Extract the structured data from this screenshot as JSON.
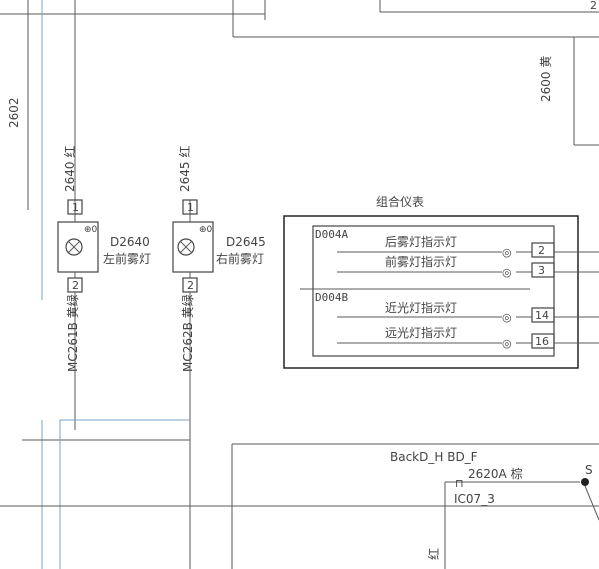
{
  "left_wire": {
    "number": "2602"
  },
  "right_wire": {
    "label": "2600 黄"
  },
  "top_right_number": "2",
  "lamp_left": {
    "wire_top": "2640 红",
    "pin1": "1",
    "pin2": "2",
    "ground": "⊕0",
    "code": "D2640",
    "name": "左前雾灯",
    "wire_bottom": "MC261B 黄绿"
  },
  "lamp_right": {
    "wire_top": "2645 红",
    "pin1": "1",
    "pin2": "2",
    "ground": "⊕0",
    "code": "D2645",
    "name": "右前雾灯",
    "wire_bottom": "MC262B 黄绿"
  },
  "cluster": {
    "title": "组合仪表",
    "connector_a": "D004A",
    "connector_b": "D004B",
    "indicators": [
      {
        "label": "后雾灯指示灯",
        "pin": "2"
      },
      {
        "label": "前雾灯指示灯",
        "pin": "3"
      },
      {
        "label": "近光灯指示灯",
        "pin": "14"
      },
      {
        "label": "远光灯指示灯",
        "pin": "16"
      }
    ]
  },
  "bottom": {
    "net_label": "BackD_H  BD_F",
    "wire_label": "2620A 棕",
    "node": "S",
    "connector_label": "IC07_3",
    "vertical_wire": "红"
  }
}
